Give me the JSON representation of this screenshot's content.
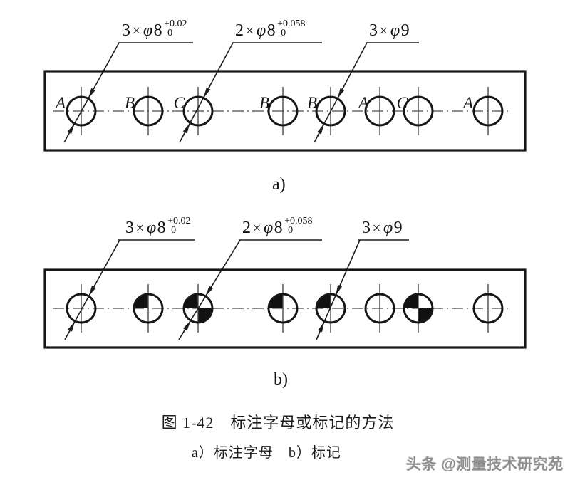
{
  "figure": {
    "number_caption": "图 1-42　标注字母或标记的方法",
    "sub_caption": "a）标注字母　b）标记",
    "label_a": "a)",
    "label_b": "b)",
    "watermark": "头条 @测量技术研究苑"
  },
  "dims": [
    {
      "count": "3",
      "times": "×",
      "phi": "φ",
      "size": "8",
      "tol_top": "+0.02",
      "tol_bottom": "0"
    },
    {
      "count": "2",
      "times": "×",
      "phi": "φ",
      "size": "8",
      "tol_top": "+0.058",
      "tol_bottom": "0"
    },
    {
      "count": "3",
      "times": "×",
      "phi": "φ",
      "size": "9",
      "tol_top": "",
      "tol_bottom": ""
    }
  ],
  "holes": {
    "labels": [
      "A",
      "B",
      "C",
      "B",
      "B",
      "A",
      "C",
      "A"
    ],
    "marks_in_b": [
      "none",
      "one-quadrant",
      "two-quadrants",
      "one-quadrant",
      "one-quadrant",
      "none",
      "two-quadrants",
      "none"
    ]
  },
  "colors": {
    "line": "#161616",
    "thin_line": "#4a4a4a",
    "background": "#ffffff",
    "watermark_gray": "#8f8f8f"
  }
}
